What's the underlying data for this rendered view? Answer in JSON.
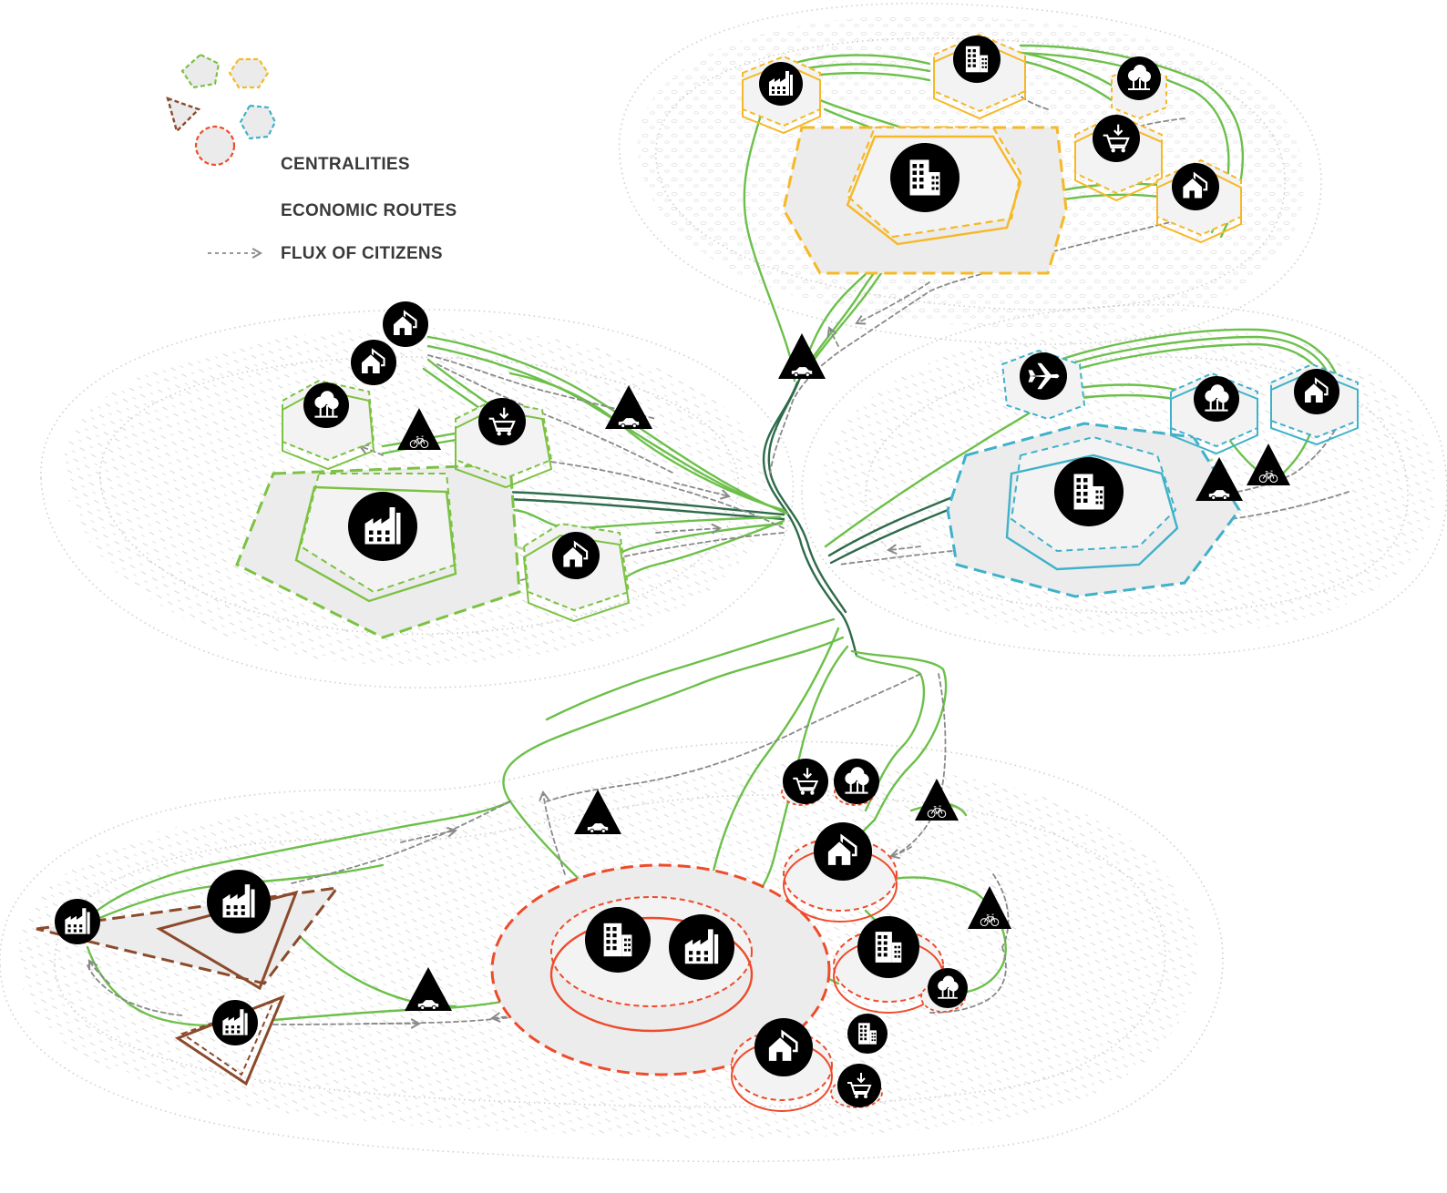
{
  "legend": {
    "centralities_label": "CENTRALITIES",
    "economic_routes_label": "ECONOMIC ROUTES",
    "flux_label": "FLUX OF CITIZENS"
  },
  "colors": {
    "green_cluster": "#7cc242",
    "yellow_cluster": "#f6b826",
    "blue_cluster": "#3fb1c9",
    "red_cluster": "#ee4b2b",
    "brown_cluster": "#8b4a2b",
    "route_green": "#6cc04a",
    "route_dark": "#2e6b4a",
    "flux_grey": "#8a8a8a",
    "icon_black": "#000000"
  },
  "clusters": [
    {
      "color": "yellow",
      "icons": [
        "factory-icon",
        "office-building-icon",
        "trees-icon",
        "shopping-cart-icon",
        "houses-icon",
        "office-building-icon"
      ]
    },
    {
      "color": "green",
      "icons": [
        "houses-icon",
        "houses-icon",
        "trees-icon",
        "shopping-cart-icon",
        "factory-icon",
        "houses-icon",
        "bicycle-icon",
        "car-icon"
      ]
    },
    {
      "color": "blue",
      "icons": [
        "airplane-icon",
        "trees-icon",
        "houses-icon",
        "office-building-icon",
        "car-icon",
        "bicycle-icon"
      ]
    },
    {
      "color": "red",
      "icons": [
        "office-building-icon",
        "factory-icon",
        "shopping-cart-icon",
        "trees-icon",
        "houses-icon",
        "office-building-icon",
        "trees-icon",
        "houses-icon",
        "office-building-icon",
        "shopping-cart-icon",
        "bicycle-icon",
        "bicycle-icon",
        "car-icon"
      ]
    },
    {
      "color": "brown",
      "icons": [
        "factory-icon",
        "factory-icon",
        "factory-icon",
        "car-icon"
      ]
    }
  ]
}
